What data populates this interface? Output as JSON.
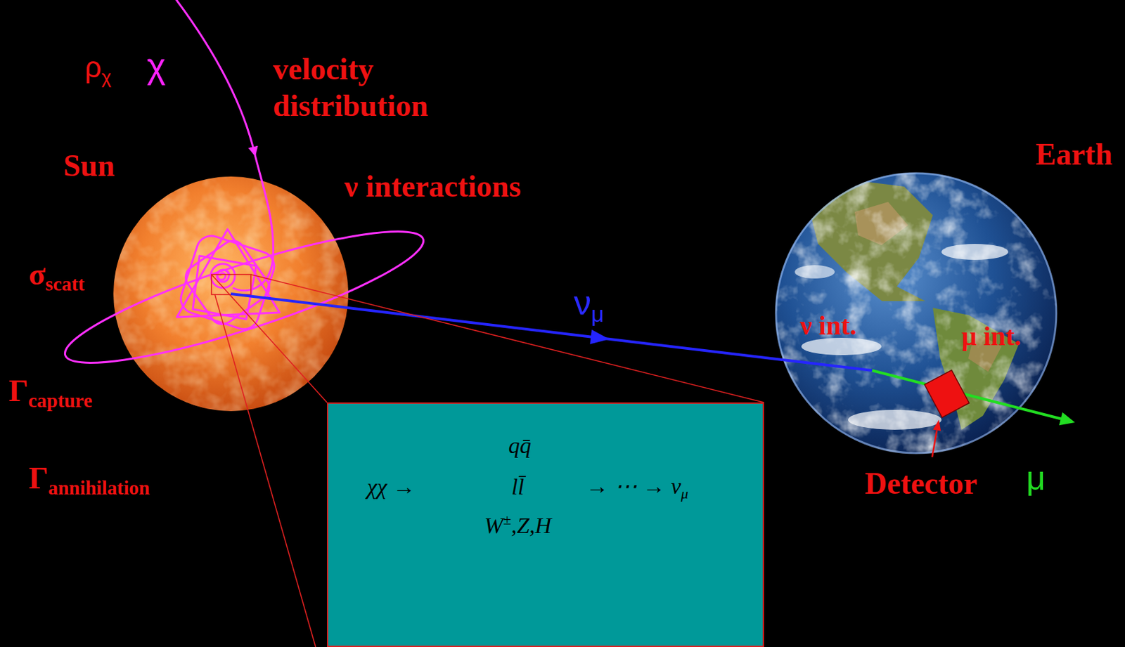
{
  "diagram": {
    "nodes": [
      {
        "text": [
          "Sun"
        ]
      },
      {
        "text": [
          "Earth",
          "ν int.",
          "μ int."
        ]
      },
      {
        "text": [
          "qq̄",
          "χχ →",
          "ll̄",
          "→ ⋯ → νμ",
          "W±,Z,H"
        ]
      }
    ],
    "edges": [
      {
        "from": 0,
        "to": 1,
        "arrow": "to",
        "label": "νμ"
      }
    ],
    "labels": [
      "ρχ",
      "χ",
      "velocity distribution",
      "ν interactions",
      "σscatt",
      "Γcapture",
      "Γannihilation",
      "Detector",
      "μ"
    ]
  }
}
